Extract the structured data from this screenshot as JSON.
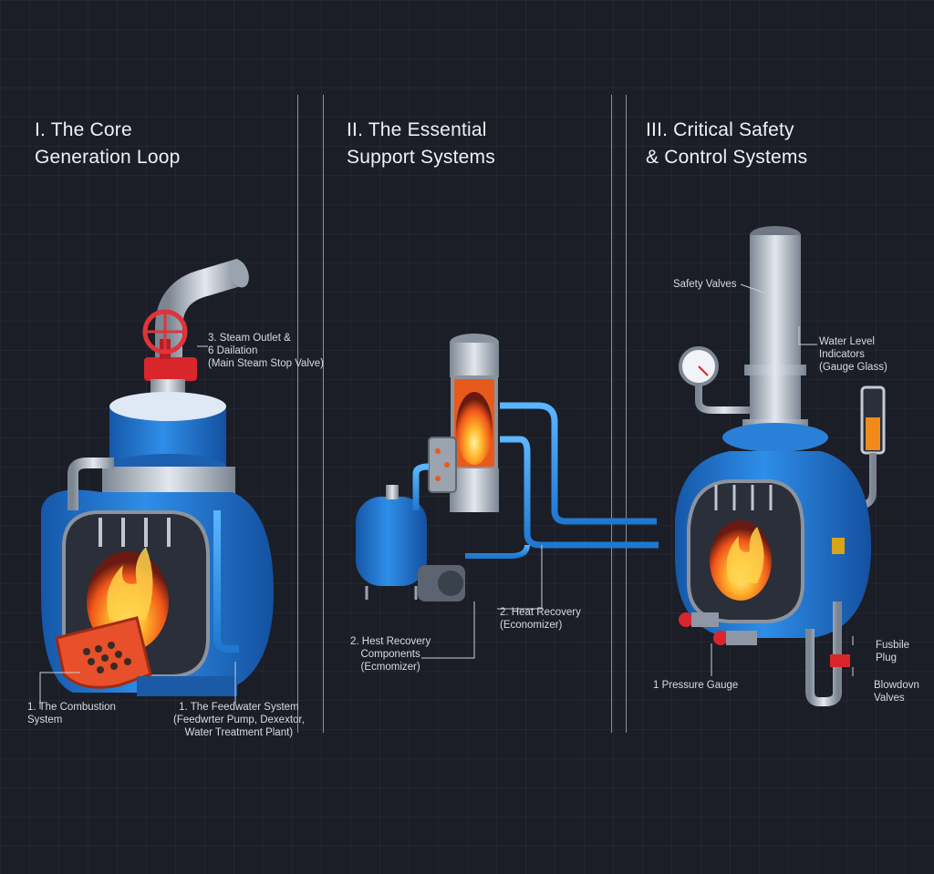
{
  "sections": [
    {
      "title_line1": "I. The Core",
      "title_line2": "Generation Loop"
    },
    {
      "title_line1": "II. The Essential",
      "title_line2": "Support Systems"
    },
    {
      "title_line1": "III. Critical Safety",
      "title_line2": "& Control Systems"
    }
  ],
  "labels": {
    "steam_outlet": [
      "3. Steam Outlet &",
      "6 Dailation",
      "(Main Steam Stop Valve)"
    ],
    "combustion": [
      "1. The Combustion",
      "System"
    ],
    "feedwater": [
      "1. The Feedwater System",
      "(Feedwrter Pump, Dexextor,",
      "Water Treatment Plant)"
    ],
    "heat_recovery_left": [
      "2. Hest Recovery",
      "Components",
      "(Ecmomizer)"
    ],
    "heat_recovery_right": [
      "2. Heat Recovery",
      "(Economizer)"
    ],
    "safety_valves": [
      "Safety Valves"
    ],
    "water_level": [
      "Water Level",
      "Indicators",
      "(Gauge Glass)"
    ],
    "pressure_gauge": [
      "1 Pressure Gauge"
    ],
    "fusible_plug": [
      "Fusbile",
      "Plug"
    ],
    "blowdown": [
      "Blowdovn",
      "Valves"
    ]
  },
  "colors": {
    "background": "#1b1e26",
    "vessel_blue": "#1f7fd6",
    "pipe_blue": "#3aa0f0",
    "flame": "#ff8a1c",
    "valve_red": "#d8262c",
    "steel": "#b8c0cc"
  }
}
